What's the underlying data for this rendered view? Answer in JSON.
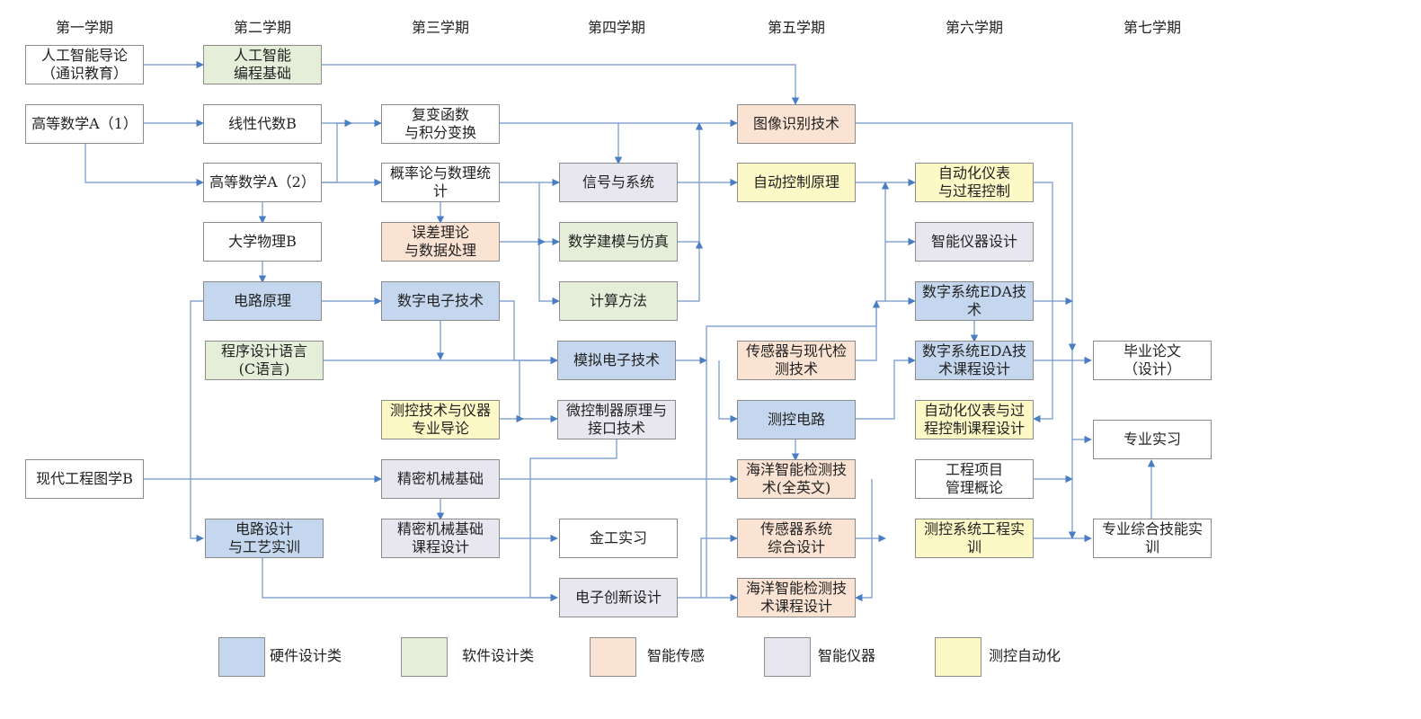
{
  "semesters": [
    "第一学期",
    "第二学期",
    "第三学期",
    "第四学期",
    "第五学期",
    "第六学期",
    "第七学期"
  ],
  "courses": {
    "ai_intro": "人工智能导论\n（通识教育）",
    "ai_prog": "人工智能\n编程基础",
    "math_a1": "高等数学A（1）",
    "linear_alg": "线性代数B",
    "complex_func": "复变函数\n与积分变换",
    "image_recog": "图像识别技术",
    "math_a2": "高等数学A（2）",
    "prob_stat": "概率论与数理统\n计",
    "signals": "信号与系统",
    "auto_control": "自动控制原理",
    "auto_instr": "自动化仪表\n与过程控制",
    "physics": "大学物理B",
    "error_theory": "误差理论\n与数据处理",
    "math_model": "数学建模与仿真",
    "smart_instr": "智能仪器设计",
    "circuit": "电路原理",
    "digital_elec": "数字电子技术",
    "computing": "计算方法",
    "eda": "数字系统EDA技\n术",
    "programming": "程序设计语言\n(C语言)",
    "analog_elec": "模拟电子技术",
    "sensors": "传感器与现代检\n测技术",
    "eda_design": "数字系统EDA技\n术课程设计",
    "thesis": "毕业论文\n（设计）",
    "mc_intro": "测控技术与仪器\n专业导论",
    "microcontroller": "微控制器原理与\n接口技术",
    "mc_circuit": "测控电路",
    "auto_instr_design": "自动化仪表与过\n程控制课程设计",
    "internship": "专业实习",
    "drawing": "现代工程图学B",
    "precision_mech": "精密机械基础",
    "marine_detect": "海洋智能检测技\n术(全英文)",
    "project_mgmt": "工程项目\n管理概论",
    "circuit_design": "电路设计\n与工艺实训",
    "precision_design": "精密机械基础\n课程设计",
    "metal_practice": "金工实习",
    "sensor_design": "传感器系统\n综合设计",
    "mc_project": "测控系统工程实\n训",
    "skills_training": "专业综合技能实\n训",
    "e_innovation": "电子创新设计",
    "marine_design": "海洋智能检测技\n术课程设计"
  },
  "legend": [
    "硬件设计类",
    "软件设计类",
    "智能传感",
    "智能仪器",
    "测控自动化"
  ],
  "colors": {
    "hardware": "#c5d7ee",
    "software": "#e4eed9",
    "sensing": "#fbe3d3",
    "instrument": "#e8e7ef",
    "automation": "#fdf9c6",
    "arrow": "#4a7ec4"
  }
}
